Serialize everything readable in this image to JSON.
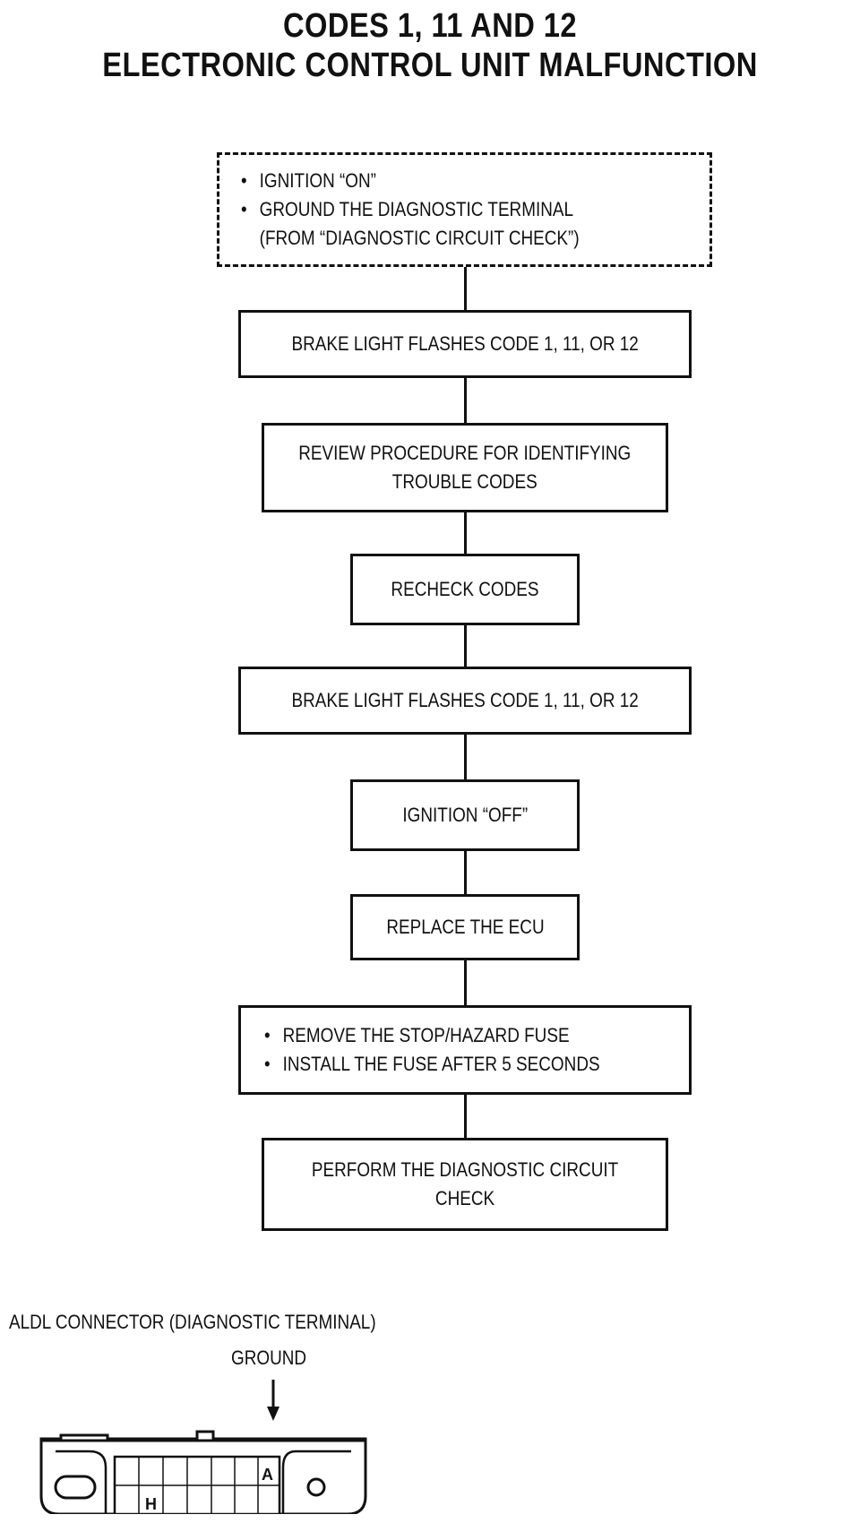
{
  "title": {
    "line1": "CODES 1, 11 AND 12",
    "line2": "ELECTRONIC CONTROL UNIT MALFUNCTION"
  },
  "flow": {
    "start": {
      "bullet1": "IGNITION “ON”",
      "bullet2": "GROUND THE DIAGNOSTIC TERMINAL",
      "note": "(FROM  “DIAGNOSTIC  CIRCUIT CHECK”)"
    },
    "step1": "BRAKE LIGHT FLASHES CODE 1, 11, OR 12",
    "step2": [
      "REVIEW PROCEDURE FOR IDENTIFYING",
      "TROUBLE CODES"
    ],
    "step3": "RECHECK CODES",
    "step4": "BRAKE LIGHT FLASHES CODE 1, 11, OR 12",
    "step5": "IGNITION “OFF”",
    "step6": "REPLACE THE ECU",
    "step7": {
      "bullet1": "REMOVE THE STOP/HAZARD FUSE",
      "bullet2": "INSTALL THE FUSE AFTER 5 SECONDS"
    },
    "step8": [
      "PERFORM  THE  DIAGNOSTIC  CIRCUIT",
      "CHECK"
    ]
  },
  "connector": {
    "caption": "ALDL CONNECTOR (DIAGNOSTIC TERMINAL)",
    "ground_label": "GROUND",
    "pin_a": "A",
    "pin_h": "H"
  }
}
